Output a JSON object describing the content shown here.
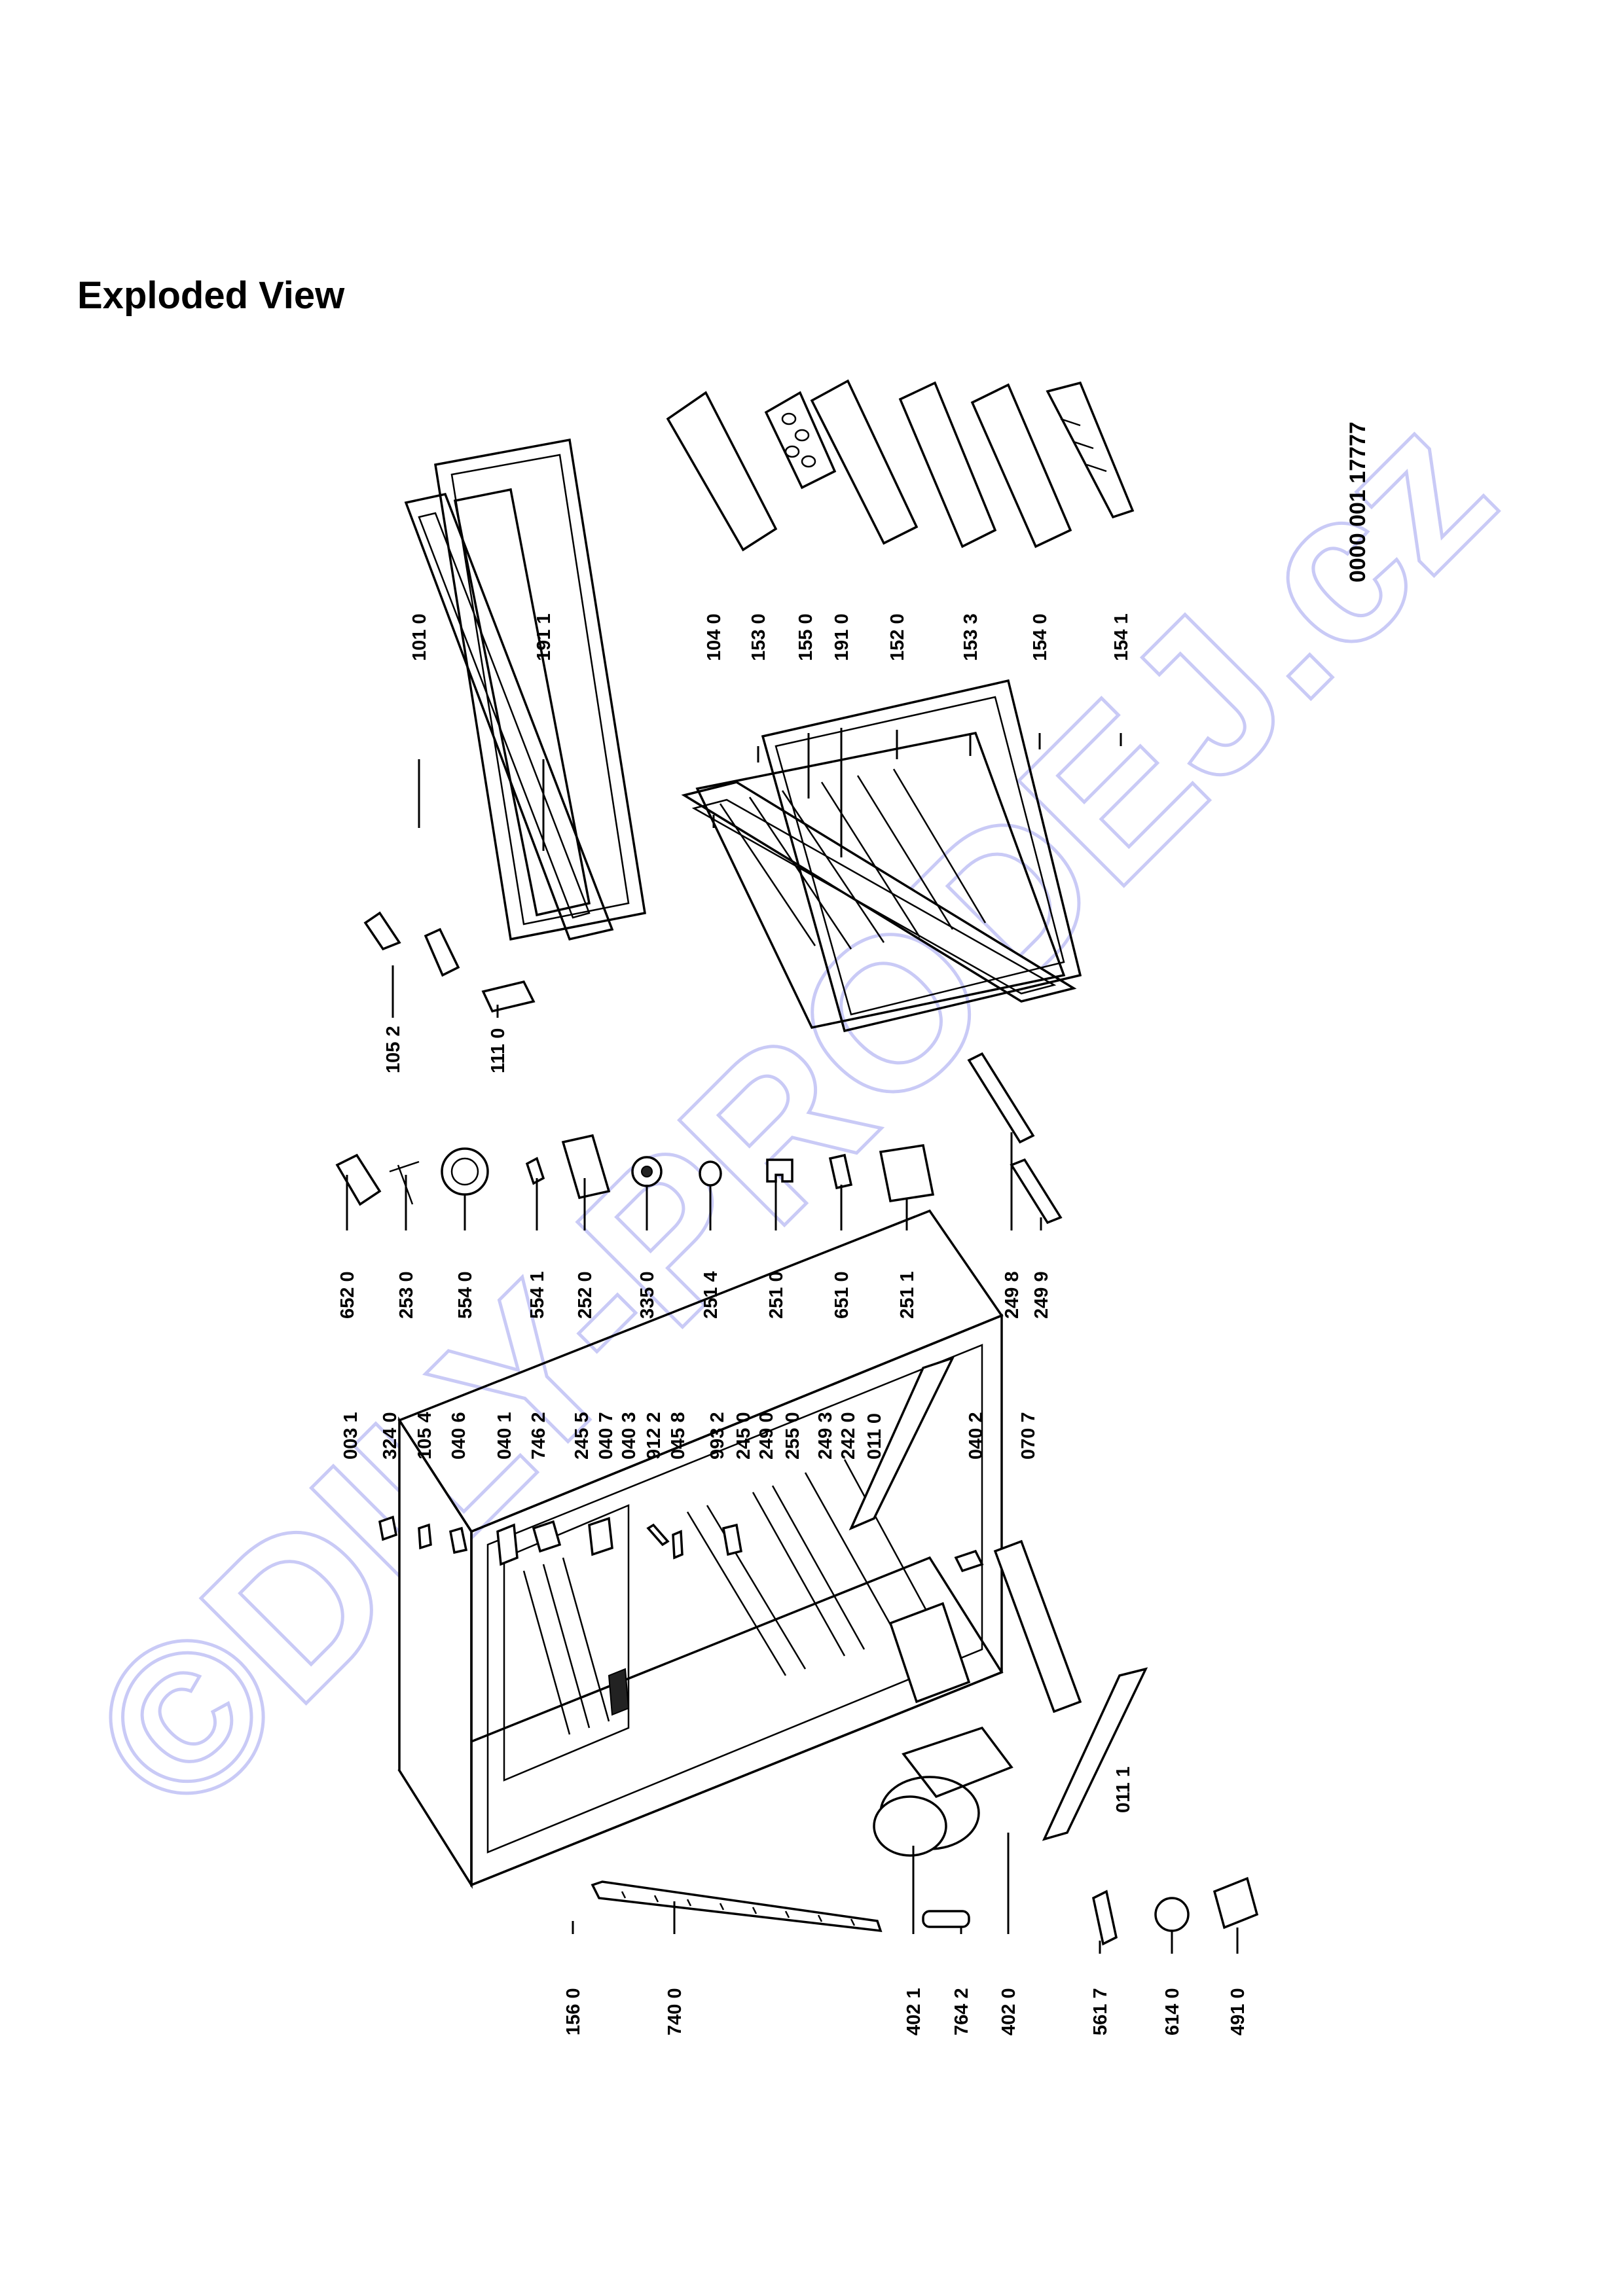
{
  "header": {
    "title": "Exploded View"
  },
  "document_number": "0000 001 17777",
  "watermark_text": "©DILY-PRODEJ.cz",
  "colors": {
    "watermark": "#c9caf6",
    "ink": "#000000"
  },
  "labels": {
    "l1010": "101 0",
    "l1911": "191 1",
    "l1040": "104 0",
    "l1530": "153 0",
    "l1550": "155 0",
    "l1910": "191 0",
    "l1520": "152 0",
    "l1533": "153 3",
    "l1540": "154 0",
    "l1541": "154 1",
    "l1052": "105 2",
    "l1110": "111 0",
    "l6520": "652 0",
    "l2530": "253 0",
    "l5540": "554 0",
    "l5541": "554 1",
    "l2520": "252 0",
    "l3350": "335 0",
    "l2514": "251 4",
    "l2510": "251 0",
    "l6510": "651 0",
    "l2511": "251 1",
    "l2498": "249 8",
    "l2499": "249 9",
    "l0031": "003 1",
    "l3240": "324 0",
    "l1054": "105 4",
    "l0406": "040 6",
    "l0401": "040 1",
    "l7462": "746 2",
    "l2455": "245 5",
    "l0407": "040 7",
    "l0403": "040 3",
    "l9122": "912 2",
    "l0458": "045 8",
    "l9932": "993 2",
    "l2450": "245 0",
    "l2490": "249 0",
    "l2550": "255 0",
    "l2493": "249 3",
    "l2420": "242 0",
    "l0110": "011 0",
    "l0402": "040 2",
    "l0707": "070 7",
    "l0111": "011 1",
    "l1560": "156 0",
    "l7400": "740 0",
    "l4021": "402 1",
    "l7642": "764 2",
    "l4020": "402 0",
    "l5617": "561 7",
    "l6140": "614 0",
    "l4910": "491 0"
  }
}
